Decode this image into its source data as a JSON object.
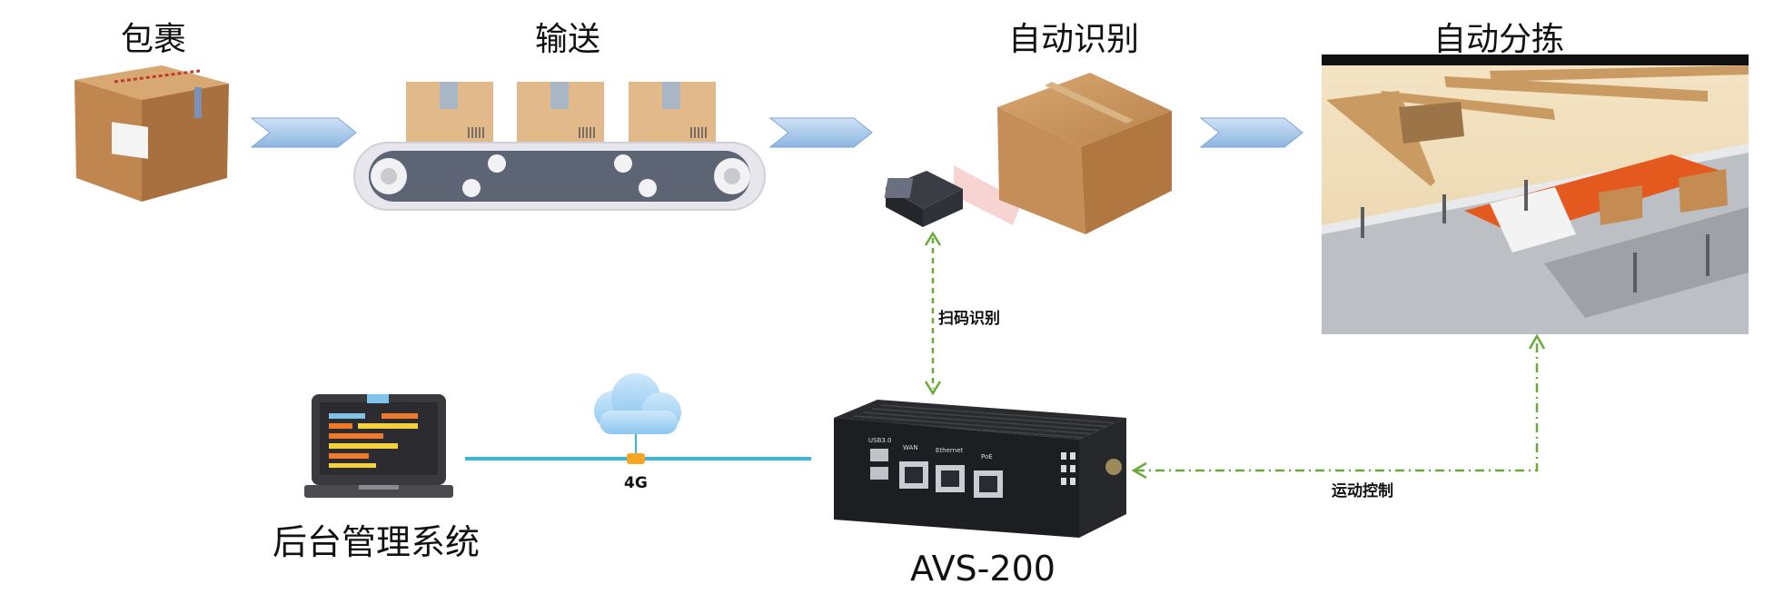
{
  "stages": {
    "parcel": "包裹",
    "conveying": "输送",
    "auto_recognition": "自动识别",
    "auto_sorting": "自动分拣"
  },
  "links": {
    "scan_recognition": "扫码识别",
    "motion_control": "运动控制",
    "network": "4G"
  },
  "nodes": {
    "backend": "后台管理系统",
    "controller": "AVS-200"
  },
  "device_ports": {
    "usb": "USB3.0",
    "wan": "WAN",
    "ethernet": "Ethernet",
    "poe": "PoE"
  },
  "colors": {
    "arrow_fill": "#a9c8ea",
    "dashed_green": "#6aaa3a",
    "network_line": "#3ab7d6",
    "cloud": "#a9d4f2",
    "box": "#c8925a"
  }
}
